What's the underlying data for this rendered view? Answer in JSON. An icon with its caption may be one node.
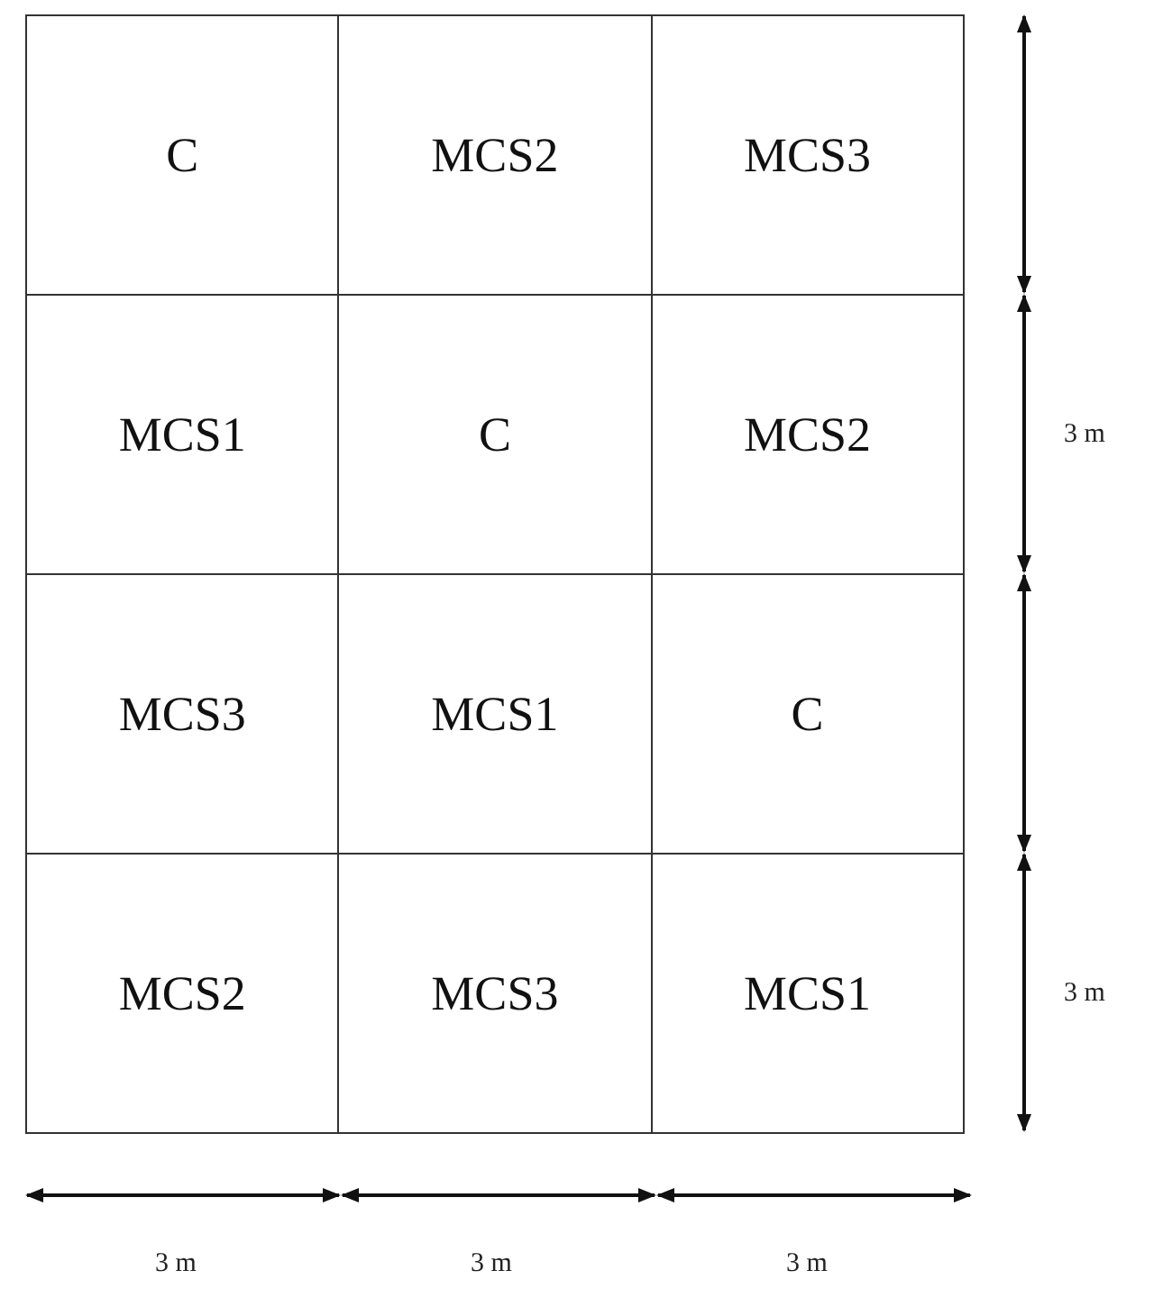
{
  "diagram": {
    "labels": [
      "C",
      "MCS2",
      "MCS3",
      "MCS1",
      "C",
      "MCS2",
      "MCS3",
      "MCS1",
      "C",
      "MCS2",
      "MCS3",
      "MCS1",
      "3 m",
      "3 m",
      "3 m",
      "3 m",
      "3 m"
    ]
  }
}
